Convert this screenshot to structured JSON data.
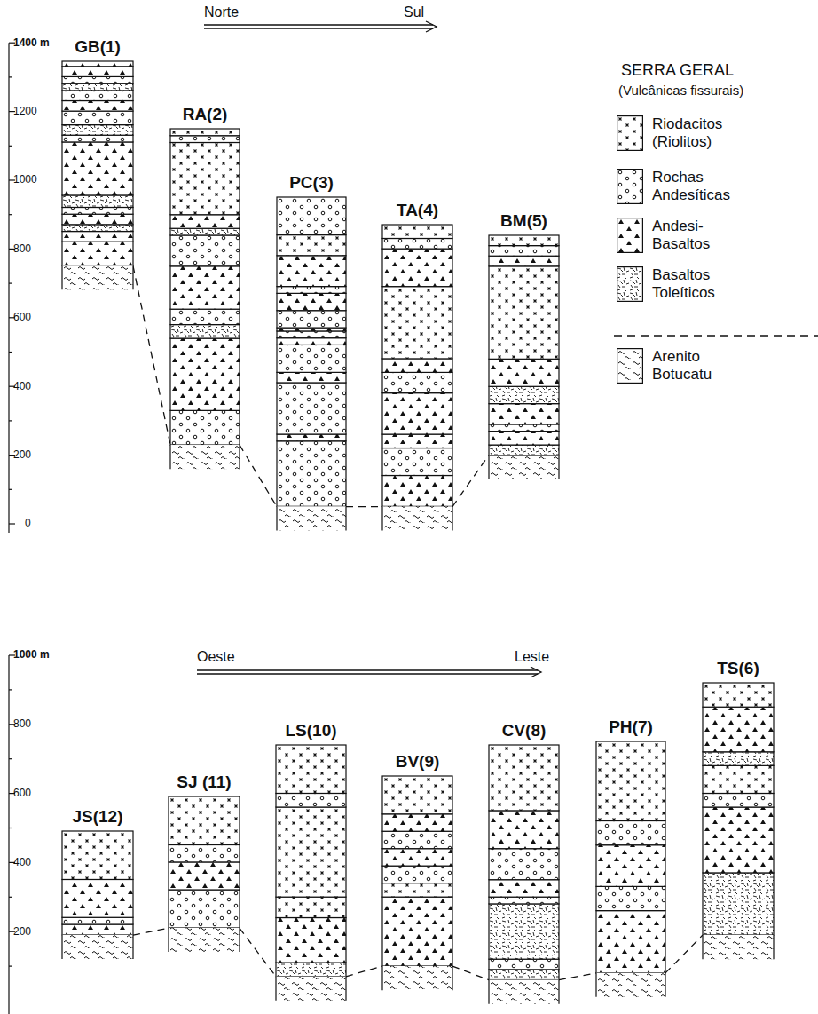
{
  "diagram": {
    "nodes": [
      {
        "text": [
          "GB(1)"
        ]
      },
      {
        "text": [
          "RA(2)"
        ]
      },
      {
        "text": [
          "PC(3)"
        ]
      },
      {
        "text": [
          "TA(4)"
        ]
      },
      {
        "text": [
          "BM(5)"
        ]
      },
      {
        "text": [
          "JS(12)"
        ]
      },
      {
        "text": [
          "SJ (11)"
        ]
      },
      {
        "text": [
          "LS(10)"
        ]
      },
      {
        "text": [
          "BV(9)"
        ]
      },
      {
        "text": [
          "CV(8)"
        ]
      },
      {
        "text": [
          "PH(7)"
        ]
      },
      {
        "text": [
          "TS(6)"
        ]
      }
    ],
    "edges": [
      {
        "from": 0,
        "to": 1,
        "arrow": "none"
      },
      {
        "from": 1,
        "to": 2,
        "arrow": "none"
      },
      {
        "from": 2,
        "to": 3,
        "arrow": "none"
      },
      {
        "from": 3,
        "to": 4,
        "arrow": "none"
      },
      {
        "from": 5,
        "to": 6,
        "arrow": "none"
      },
      {
        "from": 6,
        "to": 7,
        "arrow": "none"
      },
      {
        "from": 7,
        "to": 8,
        "arrow": "none"
      },
      {
        "from": 8,
        "to": 9,
        "arrow": "none"
      },
      {
        "from": 9,
        "to": 10,
        "arrow": "none"
      },
      {
        "from": 10,
        "to": 11,
        "arrow": "none"
      }
    ],
    "labels": [
      "Norte",
      "Sul",
      "1400 m",
      "1200",
      "1000",
      "800",
      "600",
      "400",
      "200",
      "0",
      "SERRA GERAL",
      "(Vulcânicas fissurais)",
      "Oeste",
      "Leste",
      "1000 m",
      "800",
      "600",
      "400",
      "200"
    ],
    "legend": [
      {
        "text": "Riodacitos (Riolitos)"
      },
      {
        "text": "Rochas Andesíticas"
      },
      {
        "text": "Andesi-Basaltos"
      },
      {
        "text": "Basaltos Toleíticos"
      },
      {
        "text": "Arenito Botucatu"
      }
    ]
  }
}
